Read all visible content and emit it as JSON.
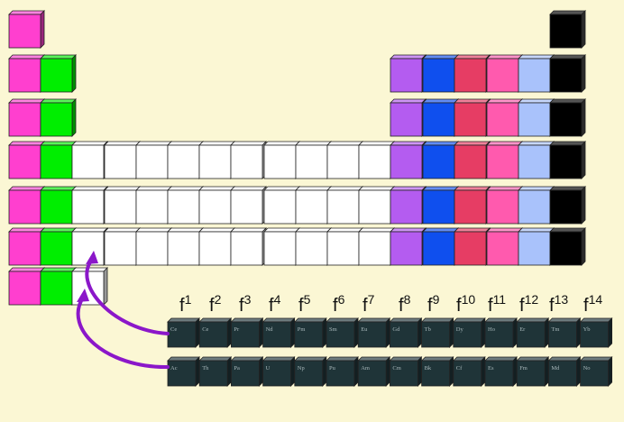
{
  "colors": {
    "background": "#fbf7d4",
    "s1": "#ff3fcf",
    "s2": "#00ee00",
    "d": "#ffffff",
    "p1": "#b45cf0",
    "p2": "#0f4fee",
    "p3": "#e63d64",
    "p4": "#ff5aae",
    "p5": "#a9c2fb",
    "p6": "#000000",
    "f": "#1f3438",
    "arrow": "#8b17c9"
  },
  "periods": [
    [
      "s1",
      null,
      null,
      null,
      null,
      null,
      null,
      null,
      null,
      null,
      null,
      null,
      null,
      null,
      null,
      null,
      null,
      "p6"
    ],
    [
      "s1",
      "s2",
      null,
      null,
      null,
      null,
      null,
      null,
      null,
      null,
      null,
      null,
      "p1",
      "p2",
      "p3",
      "p4",
      "p5",
      "p6"
    ],
    [
      "s1",
      "s2",
      null,
      null,
      null,
      null,
      null,
      null,
      null,
      null,
      null,
      null,
      "p1",
      "p2",
      "p3",
      "p4",
      "p5",
      "p6"
    ],
    [
      "s1",
      "s2",
      "d",
      "d",
      "d",
      "d",
      "d",
      "d",
      "d",
      "d",
      "d",
      "d",
      "p1",
      "p2",
      "p3",
      "p4",
      "p5",
      "p6"
    ],
    [
      "s1",
      "s2",
      "d",
      "d",
      "d",
      "d",
      "d",
      "d",
      "d",
      "d",
      "d",
      "d",
      "p1",
      "p2",
      "p3",
      "p4",
      "p5",
      "p6"
    ],
    [
      "s1",
      "s2",
      "d",
      "d",
      "d",
      "d",
      "d",
      "d",
      "d",
      "d",
      "d",
      "d",
      "p1",
      "p2",
      "p3",
      "p4",
      "p5",
      "p6"
    ],
    [
      "s1",
      "s2",
      "d"
    ]
  ],
  "f_labels": [
    {
      "base": "f",
      "sup": "1"
    },
    {
      "base": "f",
      "sup": "2"
    },
    {
      "base": "f",
      "sup": "3"
    },
    {
      "base": "f",
      "sup": "4"
    },
    {
      "base": "f",
      "sup": "5"
    },
    {
      "base": "f",
      "sup": "6"
    },
    {
      "base": "f",
      "sup": "7"
    },
    {
      "base": "f",
      "sup": "8"
    },
    {
      "base": "f",
      "sup": "9"
    },
    {
      "base": "f",
      "sup": "10"
    },
    {
      "base": "f",
      "sup": "11"
    },
    {
      "base": "f",
      "sup": "12"
    },
    {
      "base": "f",
      "sup": "13"
    },
    {
      "base": "f",
      "sup": "14"
    }
  ],
  "lanthanides": [
    "Ce",
    "Ce",
    "Pr",
    "Nd",
    "Pm",
    "Sm",
    "Eu",
    "Gd",
    "Tb",
    "Dy",
    "Ho",
    "Er",
    "Tm",
    "Yb"
  ],
  "actinides": [
    "Ac",
    "Th",
    "Pa",
    "U",
    "Np",
    "Pu",
    "Am",
    "Cm",
    "Bk",
    "Cf",
    "Es",
    "Fm",
    "Md",
    "No"
  ]
}
